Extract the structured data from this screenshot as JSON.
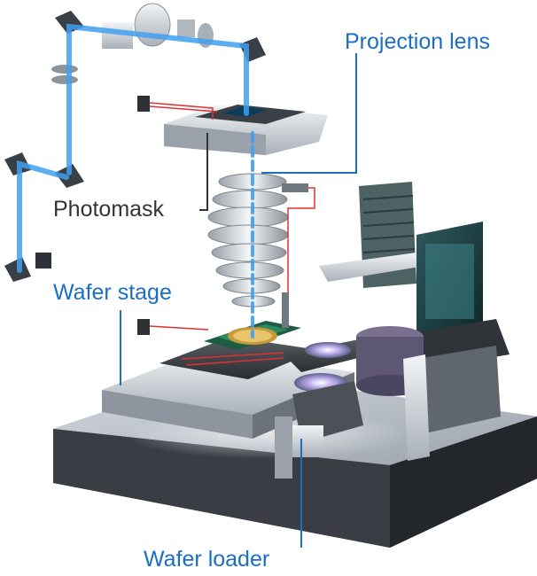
{
  "labels": {
    "projection_lens": "Projection lens",
    "photomask": "Photomask",
    "wafer_stage": "Wafer stage",
    "wafer_loader": "Wafer loader"
  },
  "colors": {
    "callout_blue": "#1a6fc4",
    "callout_dark": "#333333",
    "beam_blue": "#3fa0f0",
    "laser_red": "#e03030"
  }
}
